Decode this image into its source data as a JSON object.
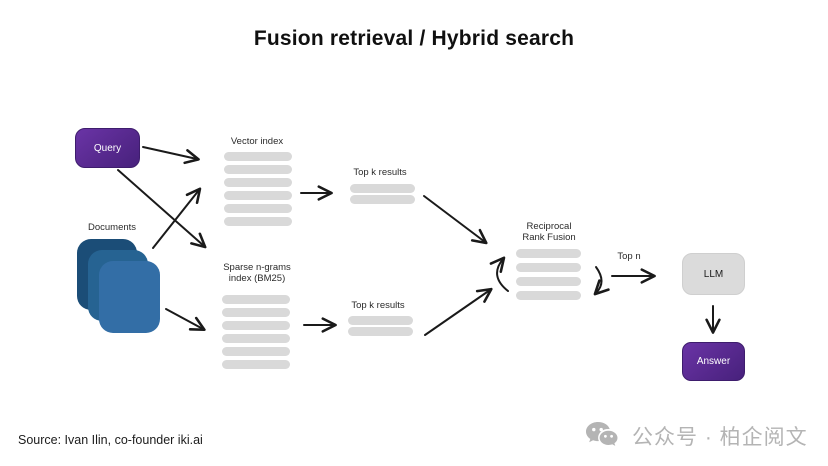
{
  "title": "Fusion retrieval / Hybrid search",
  "nodes": {
    "query": {
      "label": "Query"
    },
    "documents": {
      "label": "Documents",
      "card_count": 3
    },
    "vector_index": {
      "label": "Vector index",
      "bar_count": 6
    },
    "sparse_index": {
      "label_line1": "Sparse n-grams",
      "label_line2": "index (BM25)",
      "bar_count": 6
    },
    "top_k_vector": {
      "label": "Top k results",
      "bar_count": 2
    },
    "top_k_sparse": {
      "label": "Top k results",
      "bar_count": 2
    },
    "rrf": {
      "label_line1": "Reciprocal",
      "label_line2": "Rank Fusion",
      "bar_count": 4
    },
    "top_n": {
      "label": "Top n"
    },
    "llm": {
      "label": "LLM"
    },
    "answer": {
      "label": "Answer"
    }
  },
  "footer": {
    "source": "Source: Ivan Ilin, co-founder iki.ai",
    "watermark": "公众号 · 柏企阅文",
    "watermark_icon": "wechat-icon"
  },
  "colors": {
    "accent_purple": "#57298e",
    "doc_blue_back": "#1b4d77",
    "doc_blue_mid": "#266392",
    "doc_blue_front": "#336ea6",
    "bar_gray": "#d9d9d9",
    "llm_gray": "#dbdbdb",
    "arrow_black": "#1a1a1a",
    "watermark_gray": "#b4b4b4"
  }
}
